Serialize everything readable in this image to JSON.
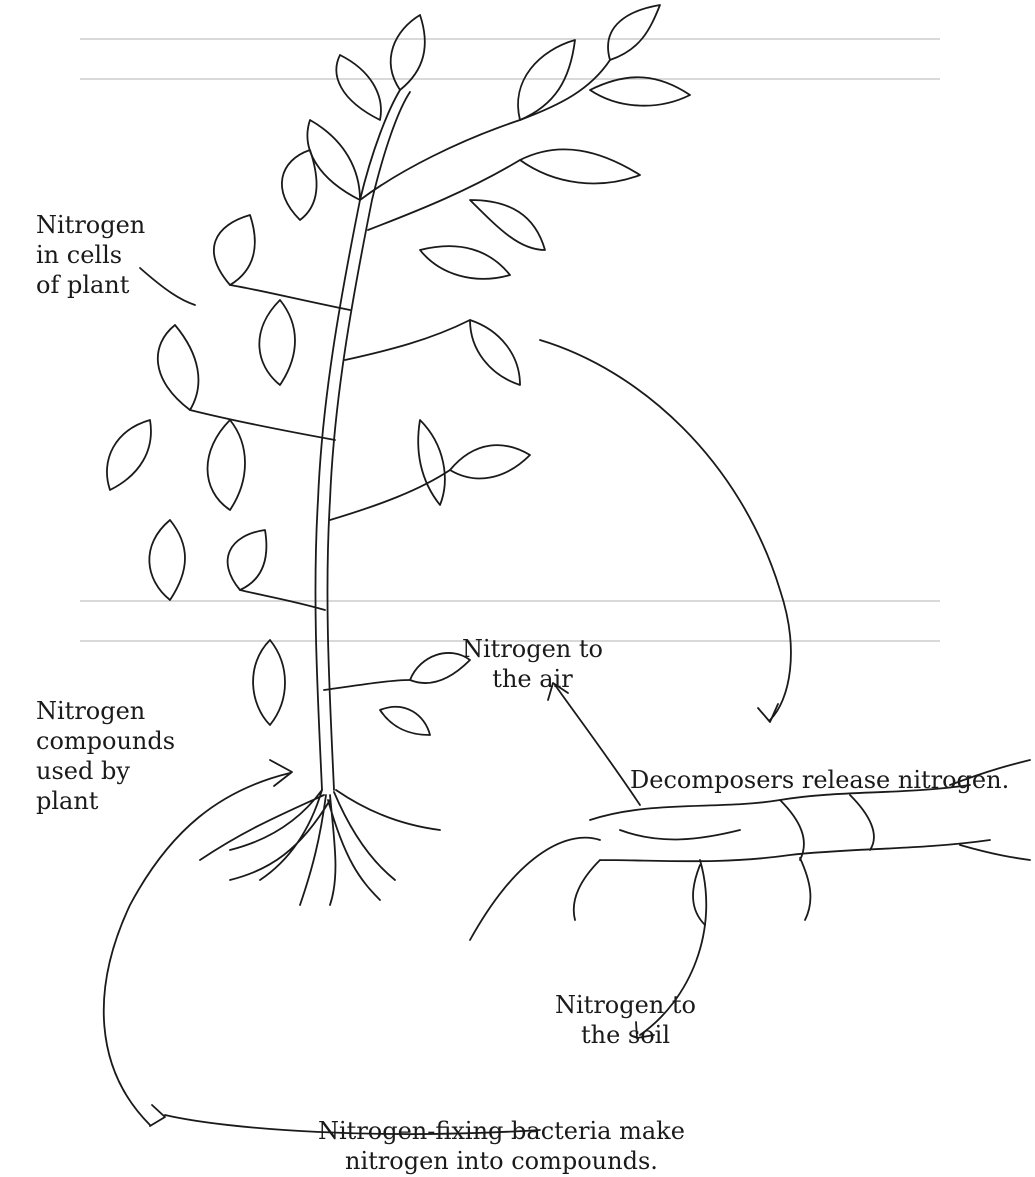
{
  "labels": {
    "nitrogen_in_cells": [
      "Nitrogen",
      "in cells",
      "of plant"
    ],
    "nitrogen_to_air": [
      "Nitrogen to",
      "the air"
    ],
    "nitrogen_compounds": [
      "Nitrogen",
      "compounds",
      "used by",
      "plant"
    ],
    "decomposers": "Decomposers release nitrogen.",
    "nitrogen_to_soil": [
      "Nitrogen to",
      "the soil"
    ],
    "nitrogen_fixing": [
      "Nitrogen-fixing bacteria make",
      "nitrogen into compounds."
    ]
  },
  "colors": {
    "ink": "#1a1a1a",
    "bleed": "#d2d2d2"
  }
}
